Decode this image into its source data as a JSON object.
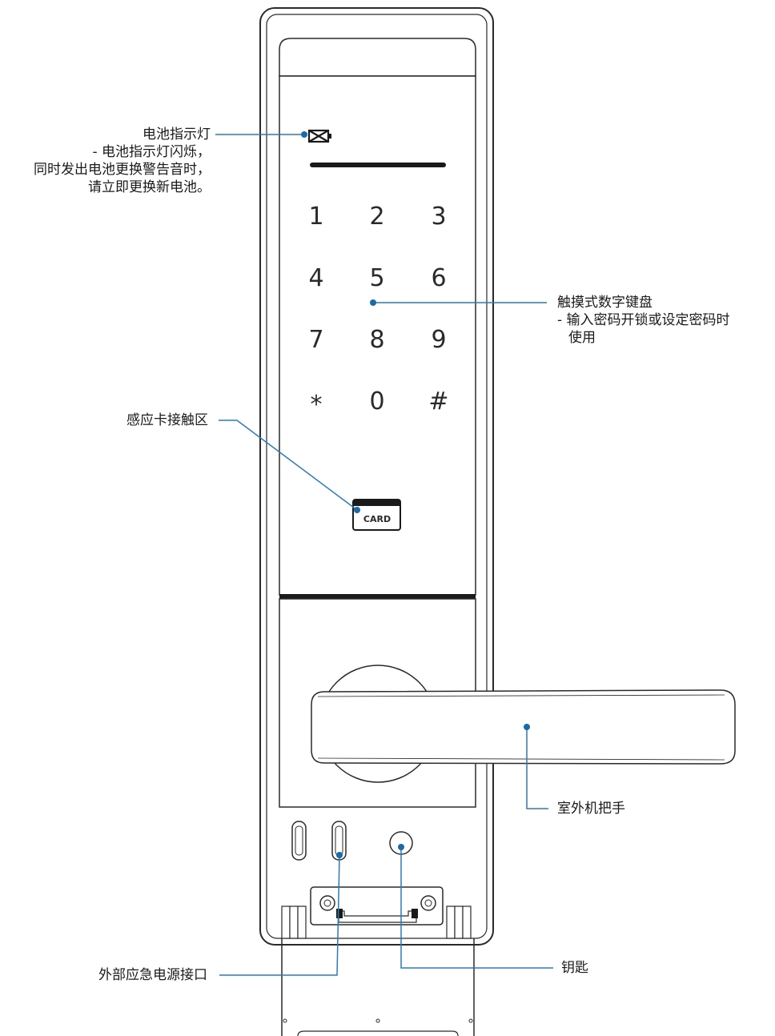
{
  "callouts": {
    "battery": {
      "title": "电池指示灯",
      "desc1": "- 电池指示灯闪烁，",
      "desc2": "同时发出电池更换警告音时，",
      "desc3": "请立即更换新电池。"
    },
    "keypad": {
      "title": "触摸式数字键盘",
      "desc1": "- 输入密码开锁或设定密码时",
      "desc2": "使用"
    },
    "card": {
      "title": "感应卡接触区"
    },
    "handle": {
      "title": "室外机把手"
    },
    "power": {
      "title": "外部应急电源接口"
    },
    "key": {
      "title": "钥匙"
    }
  },
  "keypad_keys": [
    "1",
    "2",
    "3",
    "4",
    "5",
    "6",
    "7",
    "8",
    "9",
    "*",
    "0",
    "#"
  ],
  "card_label": "CARD",
  "colors": {
    "leader_line": "#2b7bb9",
    "leader_dot": "#1a6aa8",
    "outline": "#2a2a2a"
  }
}
